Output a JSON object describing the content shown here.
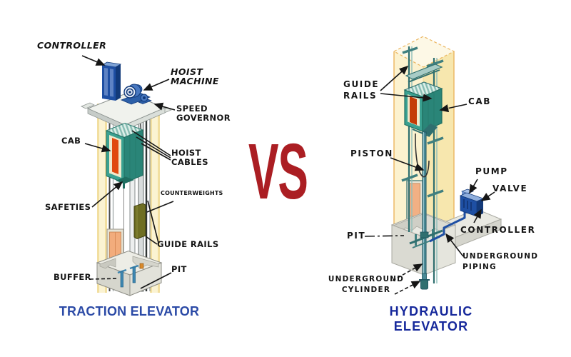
{
  "vs_text": "VS",
  "colors": {
    "vs_red": "#AB1E23",
    "traction_title_blue": "#2B4AA6",
    "hydraulic_title_blue": "#16289B",
    "cab_teal": "#3AA191",
    "shaft_yellow": "#F7E7AE",
    "machine_blue": "#1E4FA3",
    "counterweight_olive": "#6E6E22",
    "door_salmon": "#F2AC7C"
  },
  "traction": {
    "title": "TRACTION ELEVATOR",
    "labels": {
      "controller": "CONTROLLER",
      "hoist_machine": "HOIST\nMACHINE",
      "speed_governor": "SPEED\nGOVERNOR",
      "cab": "CAB",
      "hoist_cables": "HOIST\nCABLES",
      "safeties": "SAFETIES",
      "counterweights": "COUNTERWEIGHTS",
      "guide_rails": "GUIDE RAILS",
      "buffer": "BUFFER",
      "pit": "PIT"
    }
  },
  "hydraulic": {
    "title": "HYDRAULIC ELEVATOR",
    "labels": {
      "guide_rails": "GUIDE\nRAILS",
      "cab": "CAB",
      "piston": "PISTON",
      "pump": "PUMP",
      "valve": "VALVE",
      "controller": "CONTROLLER",
      "pit": "PIT",
      "underground_piping": "UNDERGROUND\nPIPING",
      "underground_cylinder": "UNDERGROUND\nCYLINDER"
    }
  }
}
